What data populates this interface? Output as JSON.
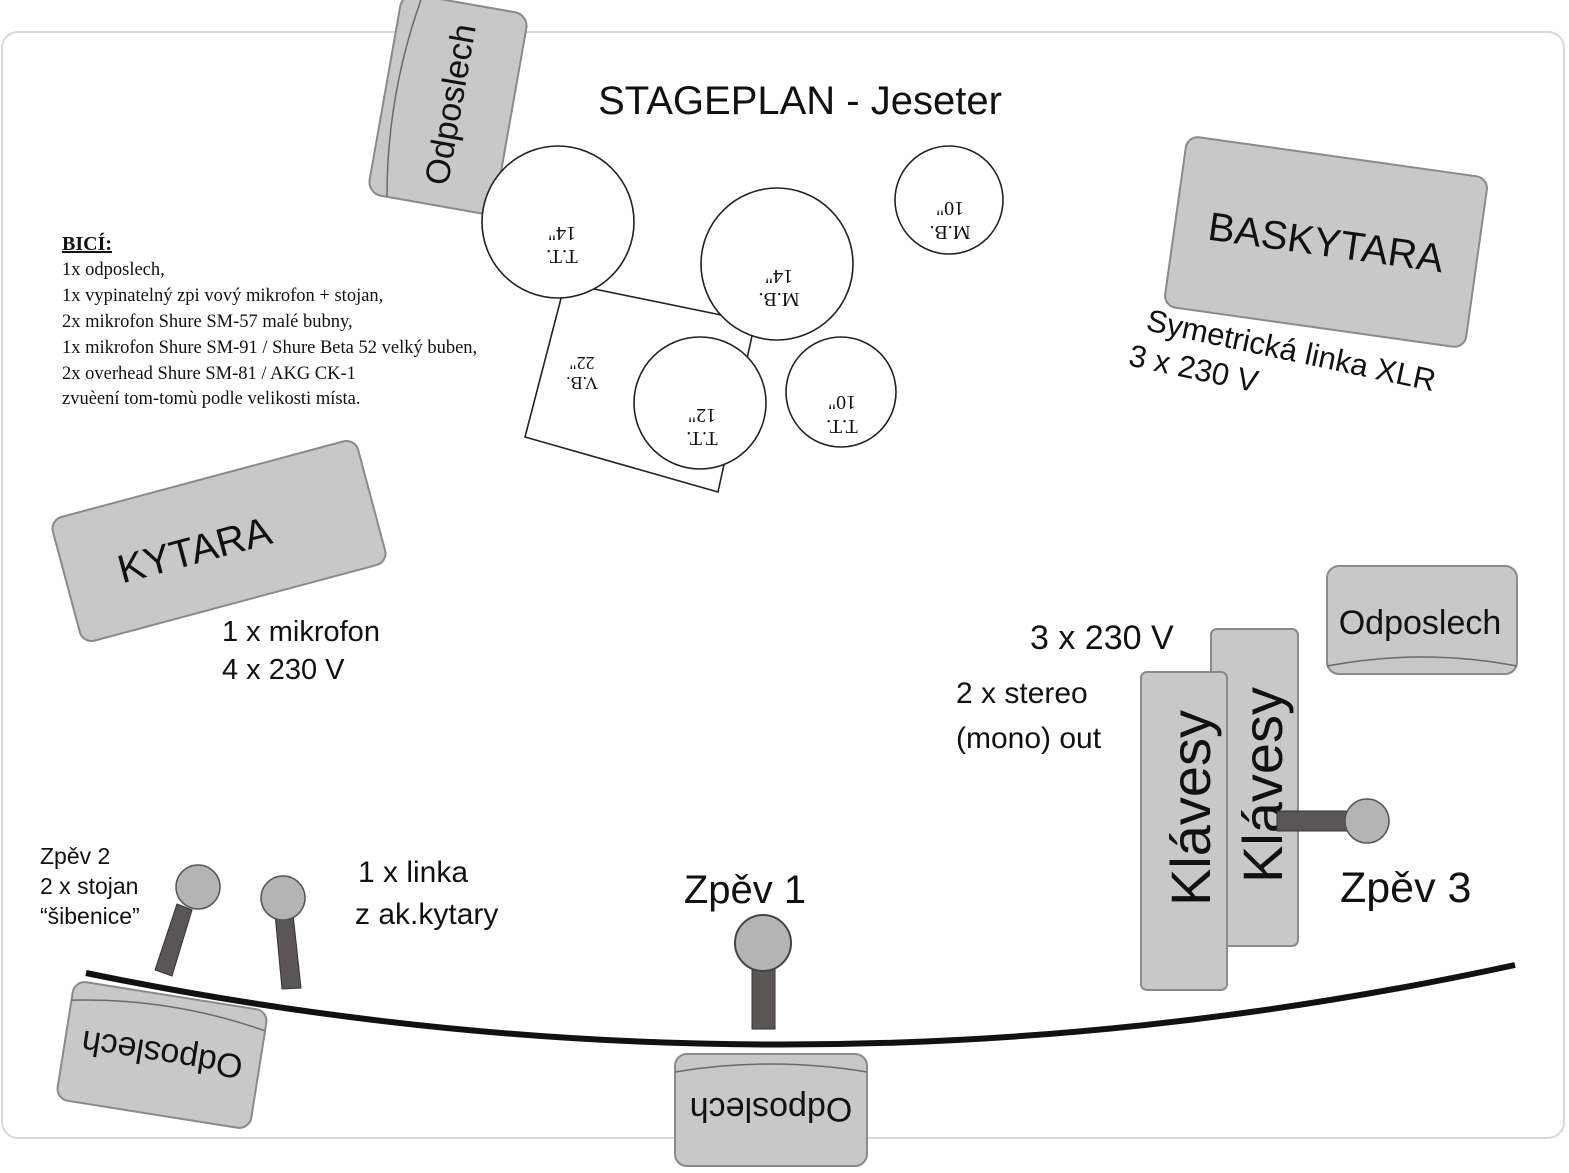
{
  "title": "STAGEPLAN - Jeseter",
  "colors": {
    "box_fill": "#c8c8c8",
    "box_stroke": "#8a8a8a",
    "mic_head": "#b4b4b4",
    "mic_handle": "#5a5656",
    "stage_edge": "#111111",
    "text": "#111111"
  },
  "drums": {
    "heading": "BICÍ:",
    "lines": [
      "1x odposlech,",
      "1x vypinatelný zpi vový mikrofon + stojan,",
      "2x mikrofon Shure SM-57 malé bubny,",
      "1x mikrofon Shure SM-91 / Shure Beta 52 velký buben,",
      "2x overhead Shure SM-81 / AKG CK-1",
      "zvuèení tom-tomù podle velikosti místa."
    ],
    "kit": {
      "tt14": [
        "T.T.",
        "14\""
      ],
      "mb14": [
        "M.B.",
        "14\""
      ],
      "mb10": [
        "M.B.",
        "10\""
      ],
      "tt12": [
        "T.T.",
        "12\""
      ],
      "tt10": [
        "T.T.",
        "10\""
      ],
      "vb22": [
        "V.B.",
        "22\""
      ]
    }
  },
  "monitor_label": "Odposlech",
  "bass": {
    "label": "BASKYTARA",
    "note_lines": [
      "Symetrická linka XLR",
      "3 x 230 V"
    ]
  },
  "guitar": {
    "label": "KYTARA",
    "note_lines": [
      "1 x mikrofon",
      "4 x 230 V"
    ]
  },
  "keys": {
    "label": "Klávesy",
    "power": "3 x 230 V",
    "out_lines": [
      "2 x stereo",
      "(mono) out"
    ]
  },
  "vocals": {
    "zpev1": "Zpěv 1",
    "zpev2_lines": [
      "Zpěv 2",
      "2 x stojan",
      "“šibenice”"
    ],
    "zpev3": "Zpěv 3",
    "linka_lines": [
      "1 x linka",
      "z ak.kytary"
    ]
  }
}
